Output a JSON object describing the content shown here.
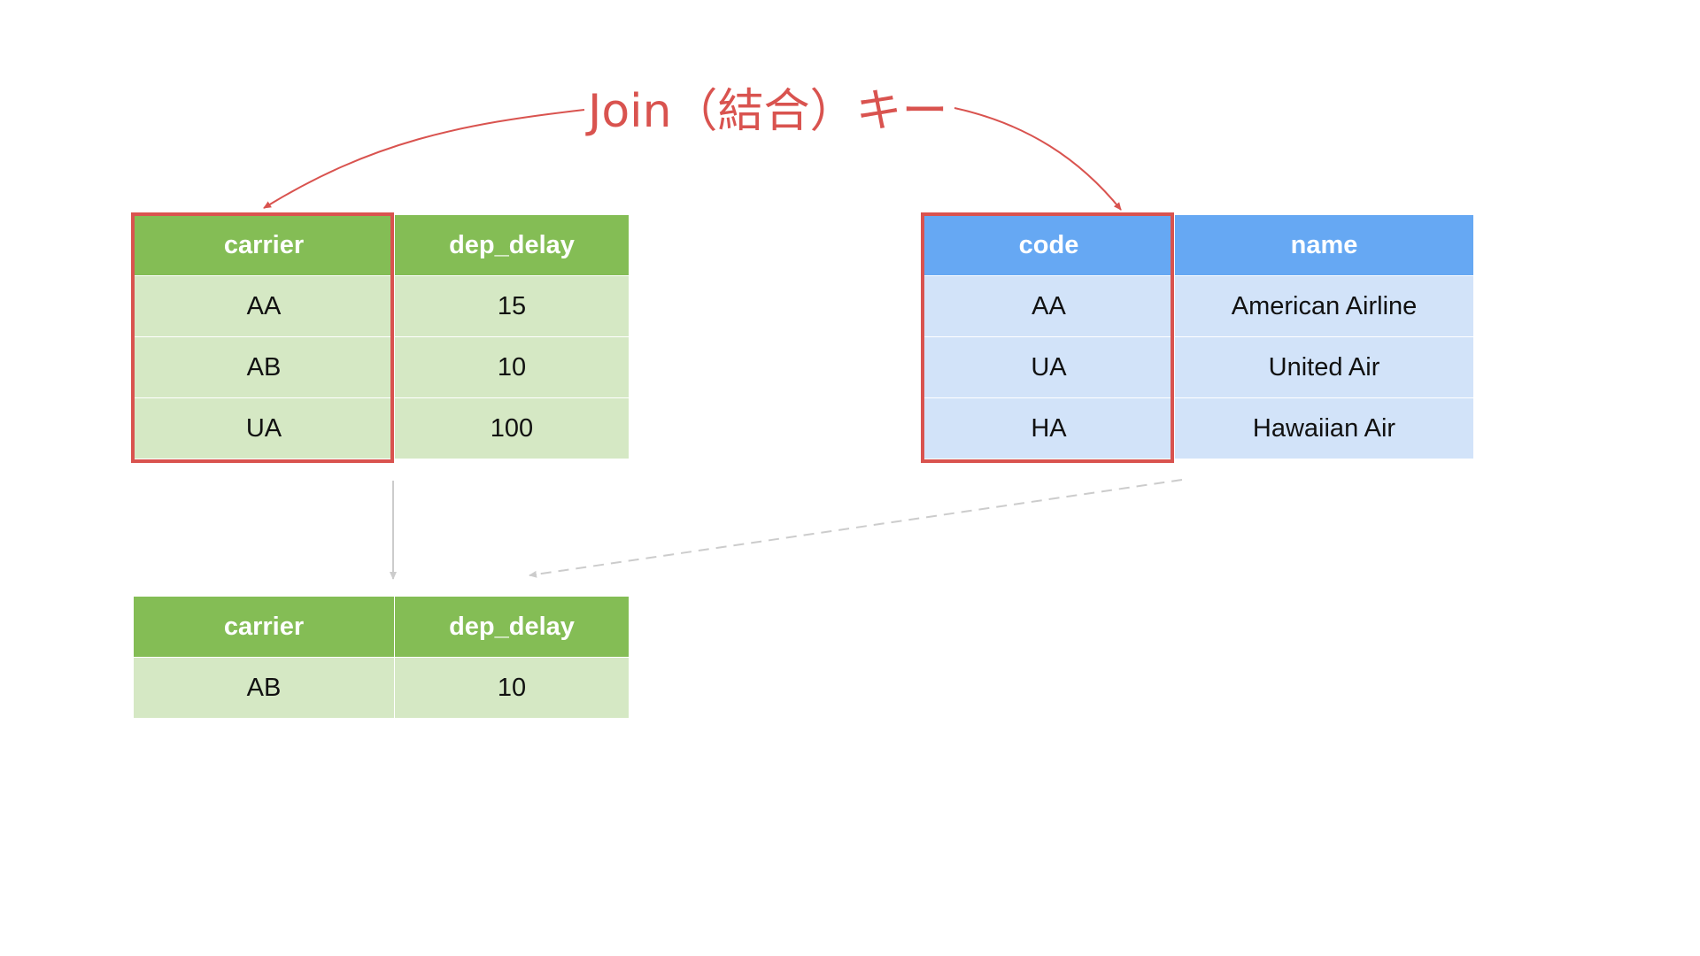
{
  "title": "Join（結合）キー",
  "colors": {
    "accent": "#d9534f",
    "green_header": "#84bd55",
    "green_cell": "#d5e8c4",
    "blue_header": "#66a8f3",
    "blue_cell": "#d2e3f9",
    "connector": "#cccccc"
  },
  "flights_table": {
    "headers": [
      "carrier",
      "dep_delay"
    ],
    "rows": [
      [
        "AA",
        "15"
      ],
      [
        "AB",
        "10"
      ],
      [
        "UA",
        "100"
      ]
    ]
  },
  "airlines_table": {
    "headers": [
      "code",
      "name"
    ],
    "rows": [
      [
        "AA",
        "American Airline"
      ],
      [
        "UA",
        "United Air"
      ],
      [
        "HA",
        "Hawaiian Air"
      ]
    ]
  },
  "result_table": {
    "headers": [
      "carrier",
      "dep_delay"
    ],
    "rows": [
      [
        "AB",
        "10"
      ]
    ]
  }
}
